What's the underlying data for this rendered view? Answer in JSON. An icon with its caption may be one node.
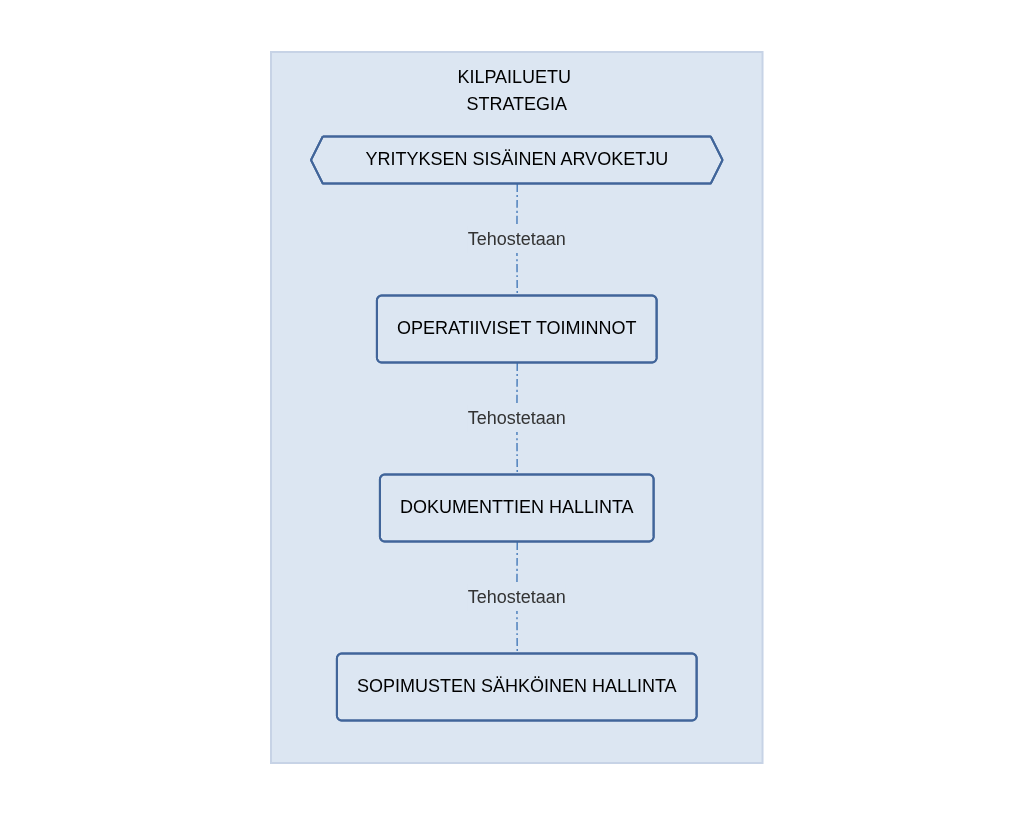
{
  "diagram": {
    "nodes": [
      {
        "text": [
          "KILPAILUETU STRATEGIA"
        ]
      },
      {
        "text": [
          "YRITYKSEN SISÄINEN ARVOKETJU"
        ],
        "in": 0
      },
      {
        "text": [
          "OPERATIIVISET TOIMINNOT"
        ],
        "in": 0
      },
      {
        "text": [
          "DOKUMENTTIEN HALLINTA"
        ],
        "in": 0
      },
      {
        "text": [
          "SOPIMUSTEN SÄHKÖINEN HALLINTA"
        ],
        "in": 0
      }
    ],
    "edges": [
      {
        "from": 1,
        "to": 2,
        "arrow": "none",
        "label": "Tehostetaan",
        "style": "dashed"
      },
      {
        "from": 2,
        "to": 3,
        "arrow": "none",
        "label": "Tehostetaan",
        "style": "dashed"
      },
      {
        "from": 3,
        "to": 4,
        "arrow": "none",
        "label": "Tehostetaan",
        "style": "dashed"
      }
    ]
  }
}
